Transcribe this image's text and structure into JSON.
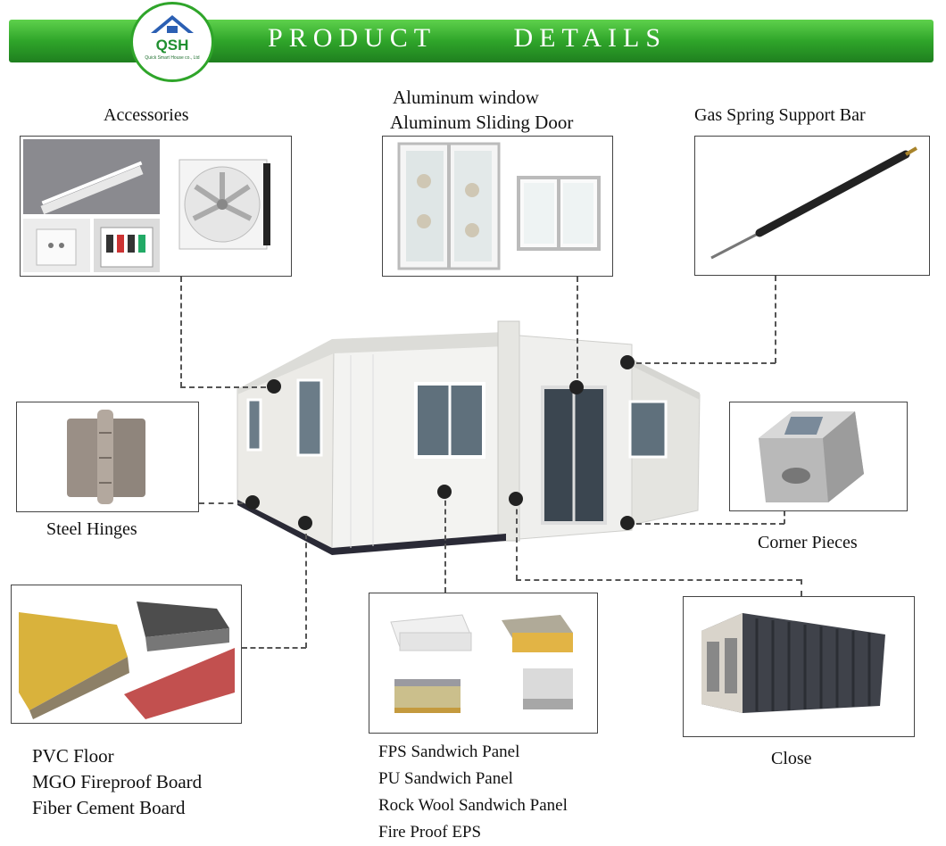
{
  "header": {
    "title": "PRODUCT      DETAILS",
    "logo_text": "QSH",
    "logo_subtext": "Quick Smart House co., Ltd"
  },
  "labels": {
    "accessories": "Accessories",
    "window_line1": "Aluminum window",
    "window_line2": "Aluminum Sliding Door",
    "gas_spring": "Gas Spring Support Bar",
    "steel_hinges": "Steel Hinges",
    "corner_pieces": "Corner Pieces",
    "close": "Close"
  },
  "floor_list": [
    "PVC Floor",
    "MGO Fireproof Board",
    "Fiber Cement Board"
  ],
  "panel_list": [
    "FPS Sandwich Panel",
    "PU Sandwich Panel",
    "Rock Wool Sandwich Panel",
    "Fire Proof EPS"
  ],
  "colors": {
    "banner_green": "#2fa52a",
    "house_white": "#f2f2f0",
    "callout_dot": "#222222"
  }
}
